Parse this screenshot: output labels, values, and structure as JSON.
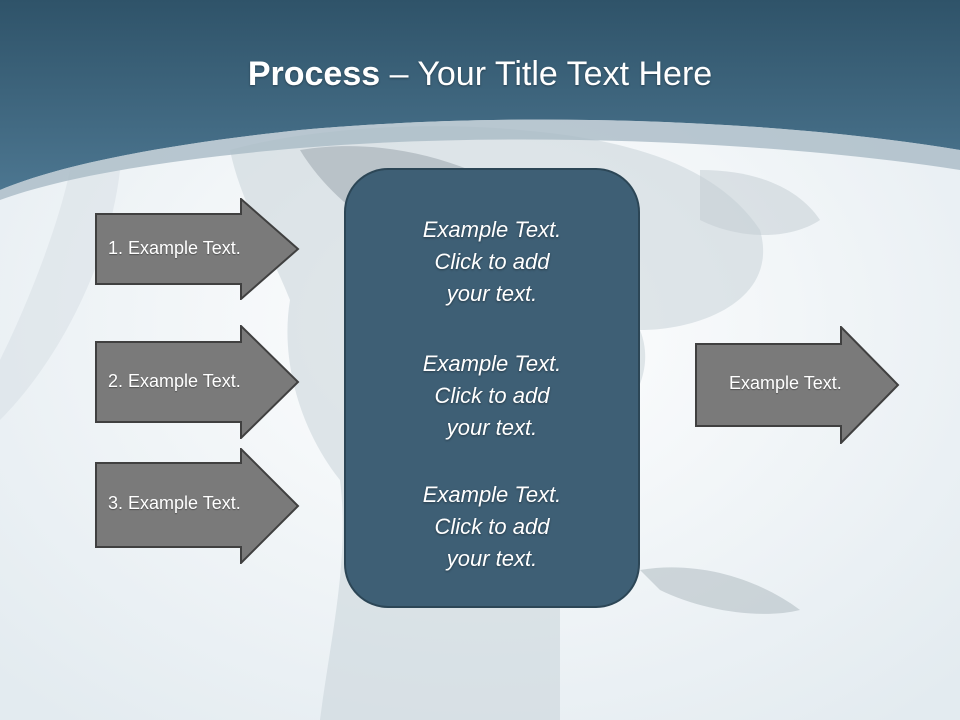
{
  "slide": {
    "title_bold": "Process",
    "title_rest": " – Your Title Text Here",
    "colors": {
      "header": "#3f6680",
      "center_box": "#3e5f75",
      "arrow_fill": "#7a7a7a",
      "background": "#eef3f6"
    }
  },
  "inputs": [
    {
      "label": "1. Example Text."
    },
    {
      "label": "2. Example Text."
    },
    {
      "label": "3. Example Text."
    }
  ],
  "center": {
    "blocks": [
      {
        "line1": "Example Text.",
        "line2": "Click  to add",
        "line3": "your text."
      },
      {
        "line1": "Example Text.",
        "line2": "Click  to add",
        "line3": "your text."
      },
      {
        "line1": "Example Text.",
        "line2": "Click  to add",
        "line3": "your text."
      }
    ]
  },
  "output": {
    "label": "Example Text."
  }
}
